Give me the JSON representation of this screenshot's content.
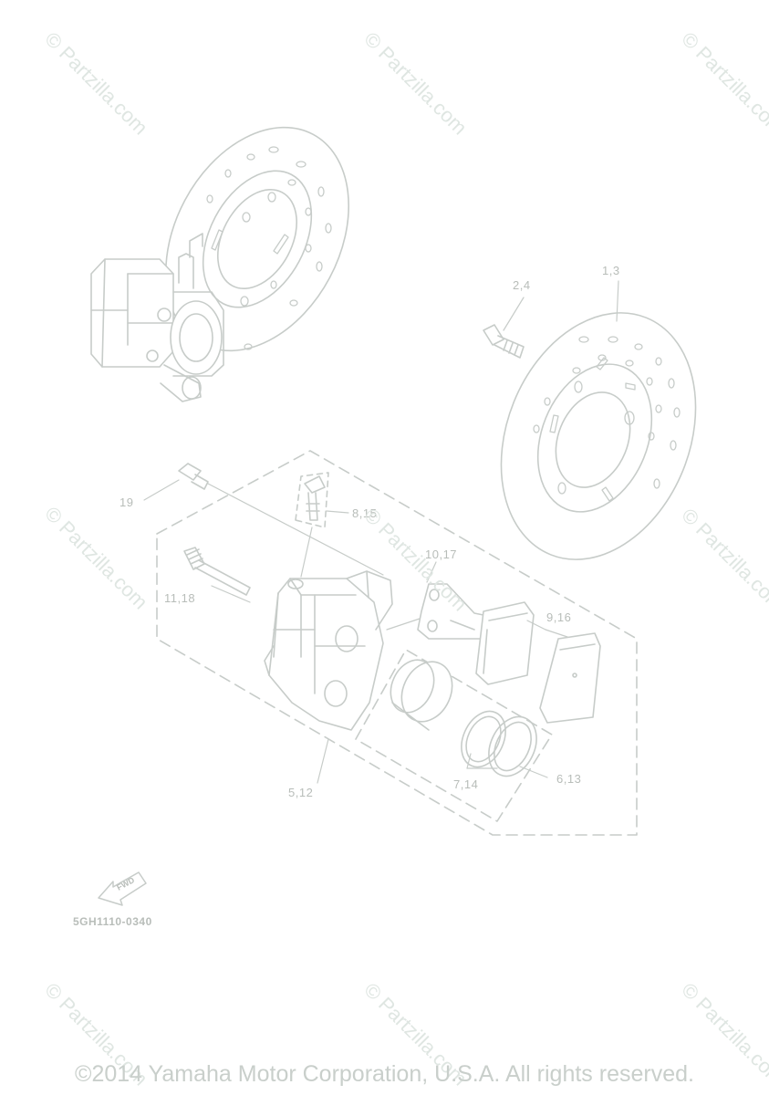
{
  "callouts": {
    "c1": "1,3",
    "c2": "2,4",
    "c19": "19",
    "c8": "8,15",
    "c10": "10,17",
    "c11": "11,18",
    "c9": "9,16",
    "c5": "5,12",
    "c7": "7,14",
    "c6": "6,13"
  },
  "fwd_label": "FWD",
  "diagram_code": "5GH1110-0340",
  "watermark": "© Partzilla.com",
  "copyright": "©2014 Yamaha Motor Corporation, U.S.A. All rights reserved.",
  "colors": {
    "line": "#c7ccc9",
    "text": "#b8bdb9",
    "watermark": "#dfe6e2"
  }
}
